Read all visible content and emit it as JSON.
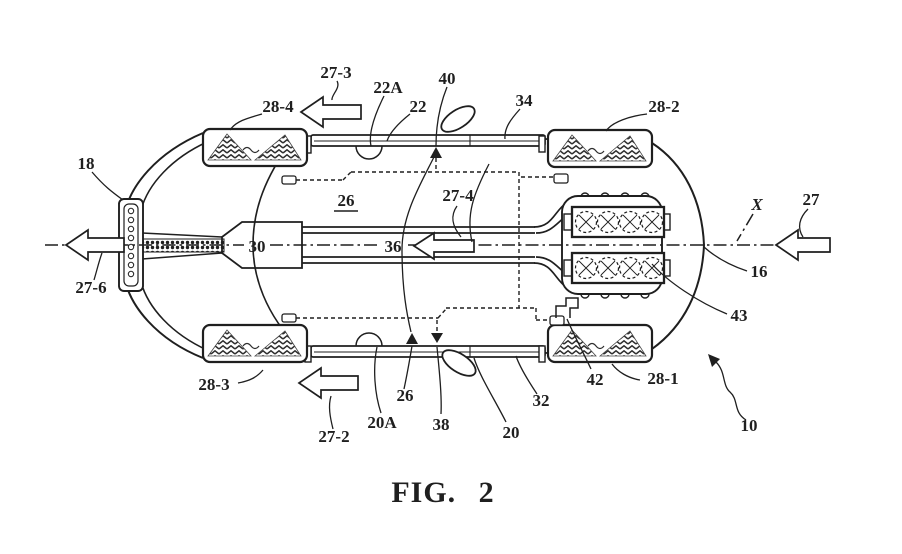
{
  "figure": {
    "caption": "FIG. 2",
    "kind": "patent line drawing",
    "subject": "vehicle top plan view with drivetrain, wheels, rocker rails, sensors and direction arrows"
  },
  "palette": {
    "ink": "#1f1f1f",
    "paper": "#ffffff",
    "tread_hatch": "#2f2f2f"
  },
  "refs": {
    "r10": "10",
    "r16": "16",
    "r18": "18",
    "r20": "20",
    "r20A": "20A",
    "r22": "22",
    "r22A": "22A",
    "r26_top": "26",
    "r26_bottom": "26",
    "r27": "27",
    "r27_2": "27-2",
    "r27_3": "27-3",
    "r27_4": "27-4",
    "r27_6": "27-6",
    "r28_1": "28-1",
    "r28_2": "28-2",
    "r28_3": "28-3",
    "r28_4": "28-4",
    "r30": "30",
    "r32": "32",
    "r34": "34",
    "r36": "36",
    "r38": "38",
    "r40": "40",
    "r42": "42",
    "r43": "43",
    "rX": "X"
  }
}
